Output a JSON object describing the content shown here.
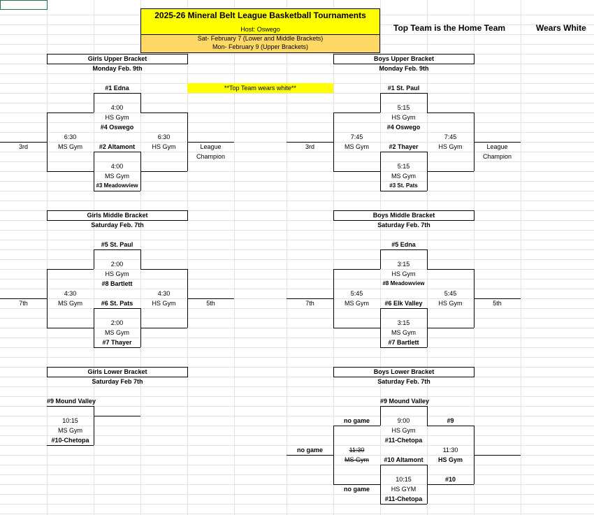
{
  "header": {
    "title": "2025-26 Mineral Belt League Basketball Tournaments",
    "host": "Host:  Oswego",
    "sat_line": "Sat- February 7 (Lower and Middle Brackets)",
    "mon_line": "Mon- February 9 (Upper Brackets)",
    "home_note": "Top Team is the Home Team",
    "white_note": "Wears White",
    "top_white": "**Top Team wears white**"
  },
  "colors": {
    "title_fill": "#ffff00",
    "date_fill": "#ffd966",
    "grid": "#e2e2e2"
  },
  "girls_upper": {
    "title": "Girls Upper Bracket",
    "date": "Monday Feb. 9th",
    "seed1": "#1 Edna",
    "g1_time": "4:00",
    "g1_gym": "HS Gym",
    "seed4": "#4 Oswego",
    "seed2": "#2 Altamont",
    "g2_time": "4:00",
    "g2_gym": "MS Gym",
    "seed3": "#3 Meadowview",
    "left_time": "6:30",
    "left_gym": "MS Gym",
    "right_time": "6:30",
    "right_gym": "HS Gym",
    "third": "3rd",
    "champ1": "League",
    "champ2": "Champion"
  },
  "boys_upper": {
    "title": "Boys Upper Bracket",
    "date": "Monday Feb. 9th",
    "seed1": "#1 St. Paul",
    "g1_time": "5:15",
    "g1_gym": "HS Gym",
    "seed4": "#4 Oswego",
    "seed2": "#2 Thayer",
    "g2_time": "5:15",
    "g2_gym": "MS Gym",
    "seed3": "#3 St. Pats",
    "left_time": "7:45",
    "left_gym": "MS Gym",
    "right_time": "7:45",
    "right_gym": "HS Gym",
    "third": "3rd",
    "champ1": "League",
    "champ2": "Champion"
  },
  "girls_middle": {
    "title": "Girls Middle Bracket",
    "date": "Saturday Feb. 7th",
    "seed5": "#5 St. Paul",
    "g1_time": "2:00",
    "g1_gym": "HS Gym",
    "seed8": "#8 Bartlett",
    "seed6": "#6 St. Pats",
    "g2_time": "2:00",
    "g2_gym": "MS Gym",
    "seed7": "#7 Thayer",
    "left_time": "4:30",
    "left_gym": "MS Gym",
    "right_time": "4:30",
    "right_gym": "HS Gym",
    "seventh": "7th",
    "fifth": "5th"
  },
  "boys_middle": {
    "title": "Boys Middle Bracket",
    "date": "Saturday Feb. 7th",
    "seed5": "#5 Edna",
    "g1_time": "3:15",
    "g1_gym": "HS Gym",
    "seed8": "#8 Meadowview",
    "seed6": "#6 Elk Valley",
    "g2_time": "3:15",
    "g2_gym": "MS Gym",
    "seed7": "#7 Bartlett",
    "left_time": "5:45",
    "left_gym": "MS Gym",
    "right_time": "5:45",
    "right_gym": "HS Gym",
    "seventh": "7th",
    "fifth": "5th"
  },
  "girls_lower": {
    "title": "Girls Lower Bracket",
    "date": "Saturday Feb 7th",
    "seed9": "#9 Mound Valley",
    "time": "10:15",
    "gym": "MS Gym",
    "seed10": "#10-Chetopa"
  },
  "boys_lower": {
    "title": "Boys Lower Bracket",
    "date": "Saturday Feb. 7th",
    "seed9": "#9 Mound Valley",
    "no_game_top": "no game",
    "g1_time": "9:00",
    "g1_gym": "HS Gym",
    "g1_seed11": "#11-Chetopa",
    "seed9_right": "#9",
    "no_game_left": "no game",
    "strike_time": "11:30",
    "strike_gym": "MS Gym",
    "seed10": "#10 Altamont",
    "right_time": "11:30",
    "right_gym": "HS Gym",
    "g2_time": "10:15",
    "g2_gym": "HS GYM",
    "seed10_right": "#10",
    "no_game_bottom": "no game",
    "g2_seed11": "#11-Chetopa"
  }
}
